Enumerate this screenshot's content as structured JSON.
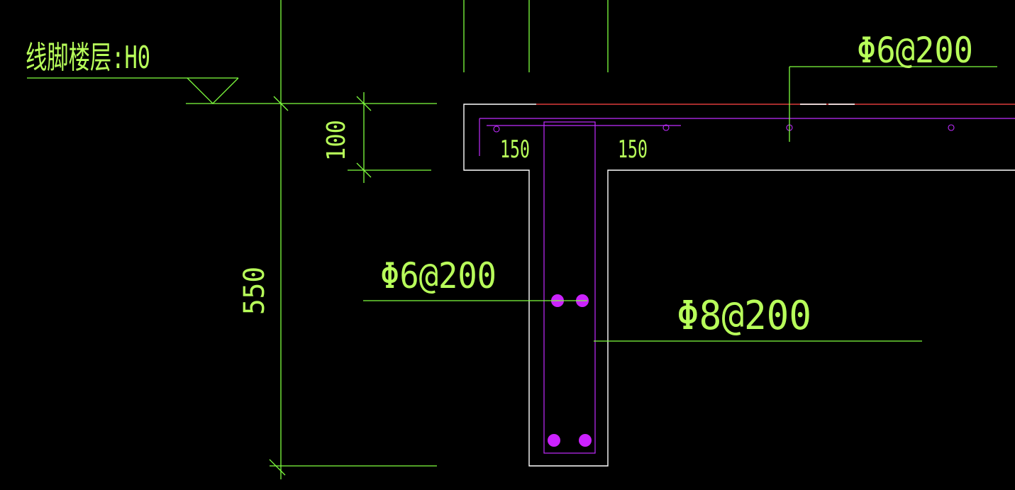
{
  "floor_label": "线脚楼层:H0",
  "dimensions": {
    "slab_thickness": "100",
    "beam_height": "550",
    "spacing_left": "150",
    "spacing_right": "150"
  },
  "rebar_labels": {
    "slab_top": "Φ6@200",
    "beam_side": "Φ6@200",
    "beam_stirrup": "Φ8@200"
  },
  "colors": {
    "background": "#000000",
    "annotation": "#7fff3f",
    "text": "#b8ff5a",
    "concrete_outline": "#ffffff",
    "rebar": "#c02cff",
    "red_line": "#b01010"
  }
}
